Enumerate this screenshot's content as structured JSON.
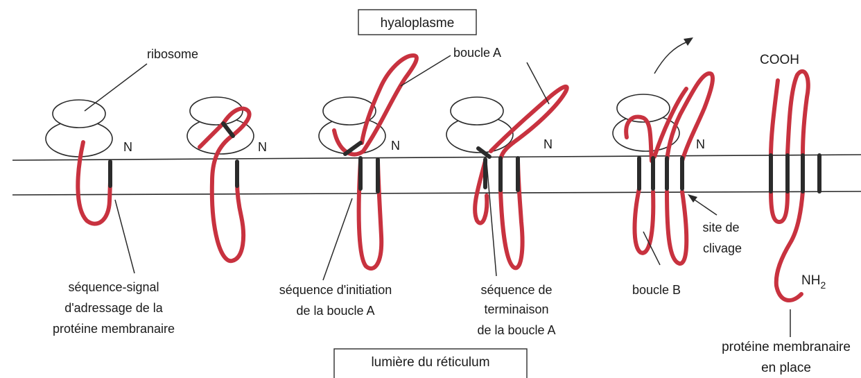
{
  "colors": {
    "chain": "#c8323f",
    "segment": "#2b2b2b",
    "line": "#2a2a2a"
  },
  "labels": {
    "top_box": "hyaloplasme",
    "bottom_box": "lumière du réticulum",
    "ribosome": "ribosome",
    "n_terminal": "N",
    "loop_a": "boucle A",
    "loop_b": "boucle B",
    "cooh": "COOH",
    "nh2": "NH",
    "nh2_sub": "2",
    "signal_line1": "séquence-signal",
    "signal_line2": "d'adressage de la",
    "signal_line3": "protéine membranaire",
    "init_line1": "séquence d'initiation",
    "init_line2": "de la boucle A",
    "term_line1": "séquence de",
    "term_line2": "terminaison",
    "term_line3": "de la boucle A",
    "cleavage_line1": "site de",
    "cleavage_line2": "clivage",
    "final_line1": "protéine membranaire",
    "final_line2": "en place"
  }
}
